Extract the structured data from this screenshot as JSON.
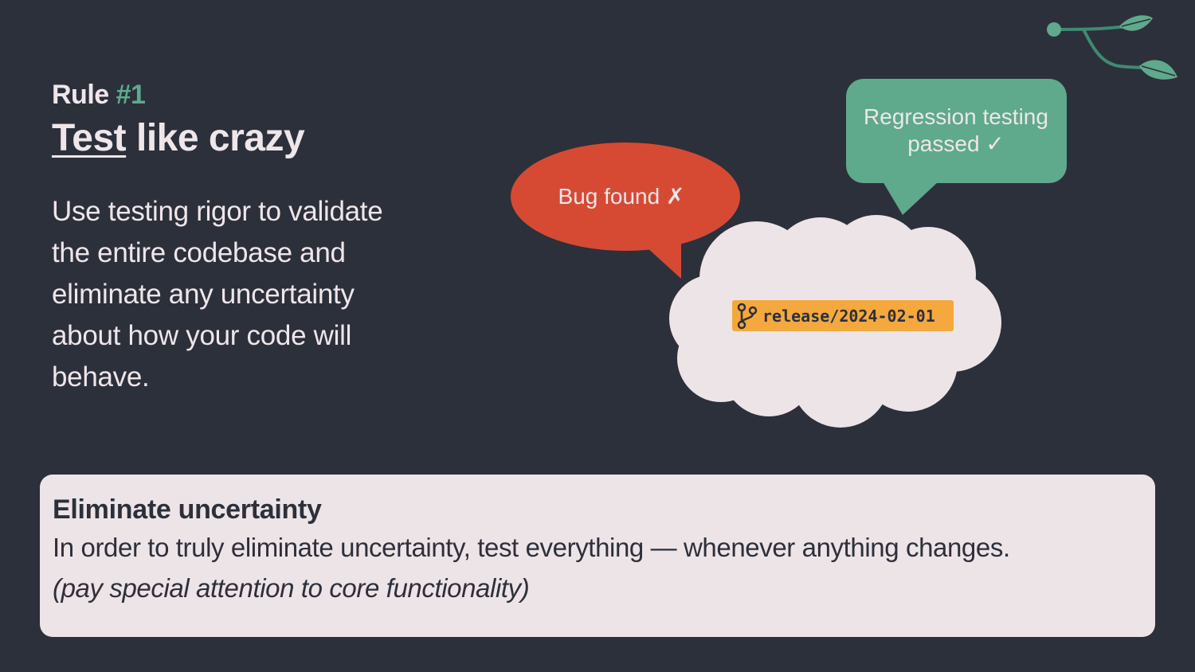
{
  "heading": {
    "rule_prefix": "Rule",
    "rule_number": "#1",
    "title_underlined": "Test",
    "title_rest": " like crazy"
  },
  "body": "Use testing rigor to validate the entire codebase and eliminate any uncertainty about how your code will behave.",
  "illustration": {
    "bug_bubble": "Bug found ✗",
    "regression_bubble": "Regression testing passed ✓",
    "branch_label": "release/2024-02-01",
    "icons": [
      "leaf-branch-icon",
      "git-branch-icon"
    ]
  },
  "callout": {
    "title": "Eliminate uncertainty",
    "text": "In order to truly eliminate uncertainty, test everything — whenever anything changes.",
    "note": "(pay special attention to core functionality)"
  },
  "colors": {
    "background": "#2c303b",
    "accent_green": "#5fa98c",
    "bug_red": "#d64a33",
    "cloud": "#ede4e7",
    "branch_tag": "#f4a83d",
    "text_light": "#efe6e9"
  }
}
